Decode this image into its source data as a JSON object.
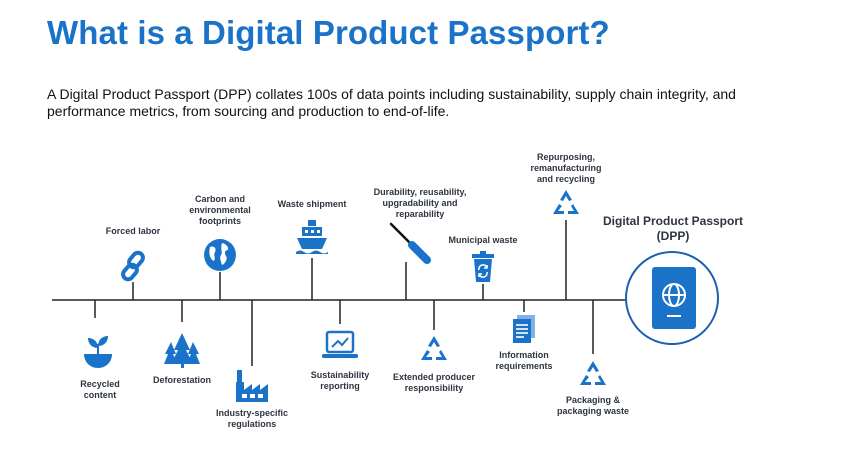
{
  "page": {
    "title": "What is a Digital Product Passport?",
    "intro": "A Digital Product Passport (DPP) collates 100s of data points including sustainability, supply chain integrity, and performance metrics, from sourcing and production to end-of-life."
  },
  "colors": {
    "title": "#1a73c9",
    "icon": "#1a73c9",
    "line": "#222222",
    "label": "#2e3440"
  },
  "dpp": {
    "title": "Digital Product Passport\n(DPP)",
    "icon": "passport-globe-icon"
  },
  "above": [
    {
      "label": "Forced labor",
      "icon": "chain-link-icon"
    },
    {
      "label": "Carbon and\nenvironmental\nfootprints",
      "icon": "globe-icon"
    },
    {
      "label": "Waste shipment",
      "icon": "ship-icon"
    },
    {
      "label": "Durability, reusability,\nupgradability and\nreparability",
      "icon": "screwdriver-icon"
    },
    {
      "label": "Municipal waste",
      "icon": "recycle-bin-icon"
    },
    {
      "label": "Repurposing,\nremanufacturing\nand recycling",
      "icon": "recycle-icon"
    }
  ],
  "below": [
    {
      "label": "Recycled\ncontent",
      "icon": "sprout-icon"
    },
    {
      "label": "Deforestation",
      "icon": "trees-icon"
    },
    {
      "label": "Industry-specific\nregulations",
      "icon": "factory-icon"
    },
    {
      "label": "Sustainability\nreporting",
      "icon": "laptop-chart-icon"
    },
    {
      "label": "Extended producer\nresponsibility",
      "icon": "recycle-icon"
    },
    {
      "label": "Information\nrequirements",
      "icon": "document-icon"
    },
    {
      "label": "Packaging &\npackaging waste",
      "icon": "recycle-icon"
    }
  ]
}
